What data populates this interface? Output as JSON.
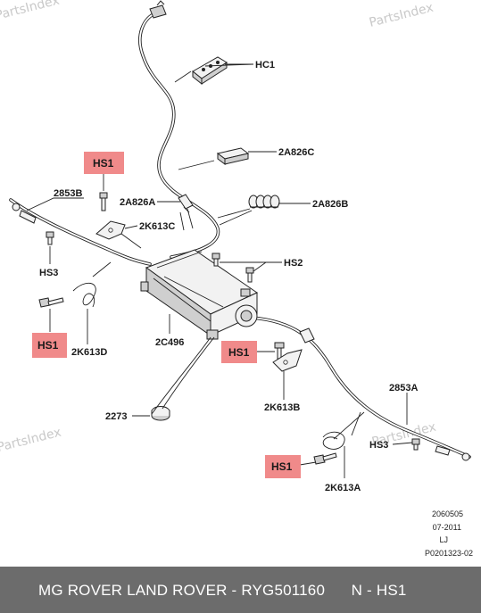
{
  "watermark": "PartsIndex",
  "labels": {
    "hc1": "HC1",
    "a2a826c": "2A826C",
    "hs1_top": "HS1",
    "b2853": "2853B",
    "a2a826a": "2A826A",
    "a2a826b": "2A826B",
    "k2k613c": "2K613C",
    "hs3_left": "HS3",
    "hs2": "HS2",
    "hs1_left": "HS1",
    "k2k613d": "2K613D",
    "c2c496": "2C496",
    "hs1_mid": "HS1",
    "k2k613b": "2K613B",
    "a2853": "2853A",
    "n2273": "2273",
    "hs3_right": "HS3",
    "hs1_bottom": "HS1",
    "k2k613a": "2K613A"
  },
  "ref": {
    "line1": "2060505",
    "line2": "07-2011",
    "line3": "LJ",
    "line4": "P0201323-02"
  },
  "colors": {
    "highlight": "#f08a8a",
    "footer_bg": "#6c6c6c",
    "footer_text": "#ffffff"
  },
  "footer": {
    "text": "MG ROVER LAND ROVER - RYG501160      N - HS1"
  }
}
